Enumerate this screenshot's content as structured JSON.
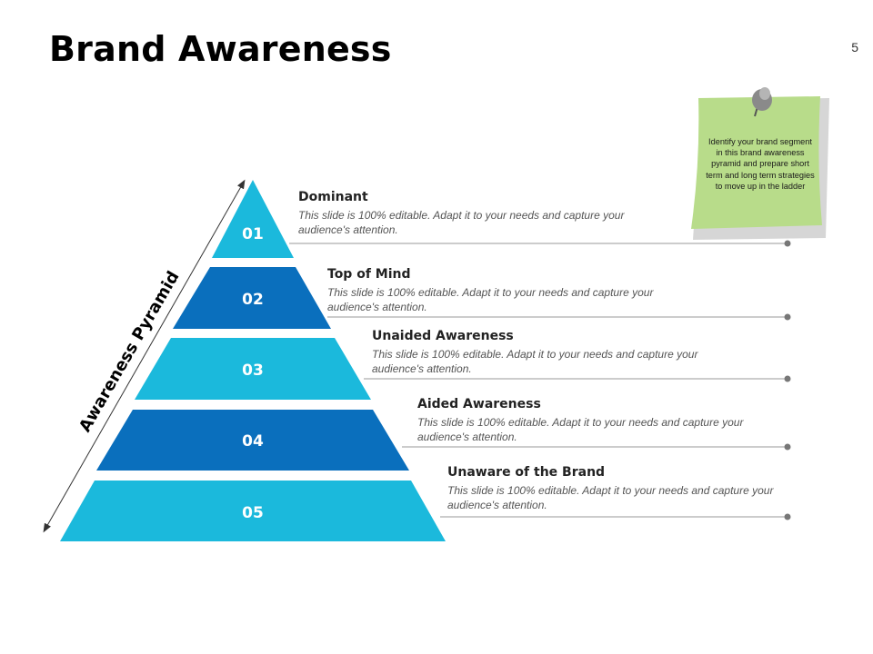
{
  "title": "Brand Awareness",
  "page_number": "5",
  "axis_label": "Awareness Pyramid",
  "colors": {
    "light": "#1bb9dc",
    "dark": "#0a6fbd",
    "note": "#b8dc8a"
  },
  "levels": [
    {
      "num": "01",
      "heading": "Dominant",
      "text": "This slide is 100% editable. Adapt it to your needs and capture your audience's attention."
    },
    {
      "num": "02",
      "heading": "Top of Mind",
      "text": "This slide is 100% editable. Adapt it to your needs and capture your audience's attention."
    },
    {
      "num": "03",
      "heading": "Unaided Awareness",
      "text": "This slide is 100% editable. Adapt it to your needs and capture your audience's attention."
    },
    {
      "num": "04",
      "heading": "Aided Awareness",
      "text": "This slide is 100% editable. Adapt it to your needs and capture your audience's attention."
    },
    {
      "num": "05",
      "heading": "Unaware of the Brand",
      "text": "This slide is 100% editable. Adapt it to your needs and capture your audience's attention."
    }
  ],
  "note": {
    "text": "Identify your brand segment in this brand awareness pyramid and prepare short term and long term strategies to move up in the ladder"
  }
}
